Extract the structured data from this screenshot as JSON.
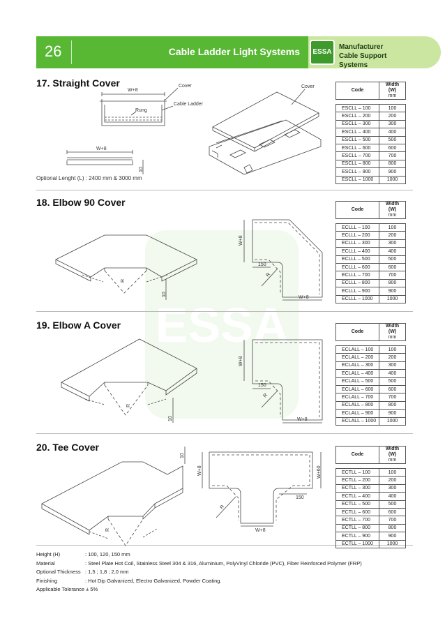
{
  "header": {
    "page_number": "26",
    "title": "Cable Ladder Light Systems",
    "logo_text": "ESSA",
    "tagline_line1": "Manufacturer",
    "tagline_line2": "Cable Support Systems",
    "colors": {
      "green": "#58b733",
      "light_green": "#cbe6a0"
    }
  },
  "sections": [
    {
      "title": "17. Straight Cover",
      "labels": {
        "w8_top": "W+8",
        "cover": "Cover",
        "rung": "Rung",
        "cable_ladder": "Cable Ladder",
        "w8_bottom": "W+8",
        "ten": "10",
        "cover_iso": "Cover"
      },
      "note": "Optional Lenght (L) : 2400 mm & 3000 mm",
      "table": {
        "head_code": "Code",
        "head_width": "Width (W)",
        "head_unit": "mm",
        "rows": [
          [
            "ESCLL  –  100",
            "100"
          ],
          [
            "ESCLL  –  200",
            "200"
          ],
          [
            "ESCLL  –  300",
            "300"
          ],
          [
            "ESCLL  –  400",
            "400"
          ],
          [
            "ESCLL  –  500",
            "500"
          ],
          [
            "ESCLL  –  600",
            "600"
          ],
          [
            "ESCLL  –  700",
            "700"
          ],
          [
            "ESCLL  –  800",
            "800"
          ],
          [
            "ESCLL  –  900",
            "900"
          ],
          [
            "ESCLL  –  1000",
            "1000"
          ]
        ]
      }
    },
    {
      "title": "18. Elbow 90 Cover",
      "labels": {
        "r": "R",
        "ten": "10",
        "w8_side": "W+8",
        "r150": "150",
        "r_plan": "R",
        "w8_bottom": "W+8"
      },
      "table": {
        "head_code": "Code",
        "head_width": "Width (W)",
        "head_unit": "mm",
        "rows": [
          [
            "ECLLL  –  100",
            "100"
          ],
          [
            "ECLLL  –  200",
            "200"
          ],
          [
            "ECLLL  –  300",
            "300"
          ],
          [
            "ECLLL  –  400",
            "400"
          ],
          [
            "ECLLL  –  500",
            "500"
          ],
          [
            "ECLLL  –  600",
            "600"
          ],
          [
            "ECLLL  –  700",
            "700"
          ],
          [
            "ECLLL  –  800",
            "800"
          ],
          [
            "ECLLL  –  900",
            "900"
          ],
          [
            "ECLLL  –  1000",
            "1000"
          ]
        ]
      }
    },
    {
      "title": "19. Elbow A Cover",
      "labels": {
        "r": "R",
        "ten": "10",
        "w8_side": "W+8",
        "r150": "150",
        "r_plan": "R",
        "w8_bottom": "W+8"
      },
      "table": {
        "head_code": "Code",
        "head_width": "Width (W)",
        "head_unit": "mm",
        "rows": [
          [
            "ECLALL  –  100",
            "100"
          ],
          [
            "ECLALL  –  200",
            "200"
          ],
          [
            "ECLALL  –  300",
            "300"
          ],
          [
            "ECLALL  –  400",
            "400"
          ],
          [
            "ECLALL  –  500",
            "500"
          ],
          [
            "ECLALL  –  600",
            "600"
          ],
          [
            "ECLALL  –  700",
            "700"
          ],
          [
            "ECLALL  –  800",
            "800"
          ],
          [
            "ECLALL  –  900",
            "900"
          ],
          [
            "ECLALL  –  1000",
            "1000"
          ]
        ]
      }
    },
    {
      "title": "20. Tee Cover",
      "labels": {
        "r": "R",
        "ten": "10",
        "w8_side": "W+8",
        "w60": "W+60",
        "r150": "150",
        "r_plan": "R",
        "w8_bottom": "W+8"
      },
      "table": {
        "head_code": "Code",
        "head_width": "Width (W)",
        "head_unit": "mm",
        "rows": [
          [
            "ECTLL  –  100",
            "100"
          ],
          [
            "ECTLL  –  200",
            "200"
          ],
          [
            "ECTLL  –  300",
            "300"
          ],
          [
            "ECTLL  –  400",
            "400"
          ],
          [
            "ECTLL  –  500",
            "500"
          ],
          [
            "ECTLL  –  600",
            "600"
          ],
          [
            "ECTLL  –  700",
            "700"
          ],
          [
            "ECTLL  –  800",
            "800"
          ],
          [
            "ECTLL  –  900",
            "900"
          ],
          [
            "ECTLL  –  1000",
            "1000"
          ]
        ]
      }
    }
  ],
  "specs": [
    {
      "label": "Height (H)",
      "value": ":  100, 120, 150 mm"
    },
    {
      "label": "Material",
      "value": ":  Steel Plate Hot Coil, Stainless Steel 304 & 316, Aluminium, PolyVinyl Chloride (PVC), Fiber Reinforced Polymer (FRP)"
    },
    {
      "label": "Optional Thickness",
      "value": ":  1,5 ; 1,8 ; 2,0 mm"
    },
    {
      "label": "Finishing",
      "value": ":  Hot Dip Galvanized, Electro Galvanized, Powder Coating."
    },
    {
      "label": "Applicable Tolerance ± 5%",
      "value": ""
    }
  ],
  "watermark_text": "ESSA"
}
